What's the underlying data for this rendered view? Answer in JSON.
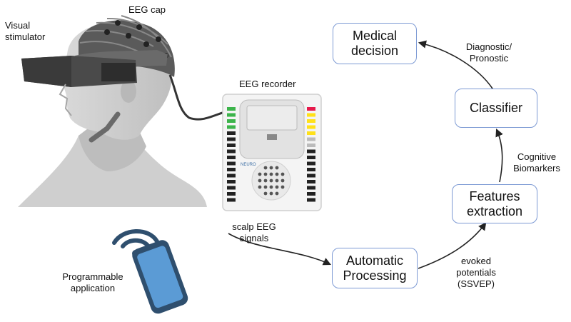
{
  "labels": {
    "visual_stimulator": "Visual stimulator",
    "eeg_cap": "EEG cap",
    "eeg_recorder": "EEG recorder",
    "programmable_application": "Programmable application",
    "scalp_eeg_signals": "scalp EEG signals",
    "evoked_potentials": "evoked potentials (SSVEP)",
    "cognitive_biomarkers": "Cognitive Biomarkers",
    "diagnostic_pronostic": "Diagnostic/ Pronostic"
  },
  "boxes": {
    "medical_decision": "Medical decision",
    "classifier": "Classifier",
    "features_extraction": "Features extraction",
    "automatic_processing": "Automatic Processing"
  },
  "device": {
    "brand": "NEURO"
  },
  "colors": {
    "box_border": "#7d9ad4",
    "phone_blue": "#5b9bd5",
    "phone_dark": "#2f4f6e",
    "arrow": "#222222"
  }
}
